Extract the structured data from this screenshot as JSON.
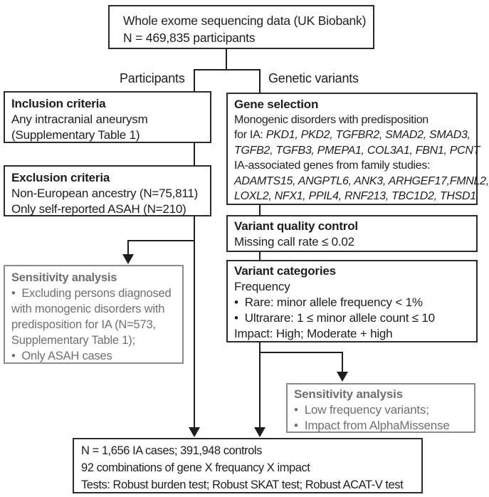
{
  "figure": {
    "type": "flowchart",
    "colors": {
      "box_border": "#2b2b2b",
      "text": "#1e1e1e",
      "gray_border": "#8c8c8c",
      "gray_text": "#6f6f6f",
      "background": "#ffffff"
    },
    "branch_labels": {
      "left": "Participants",
      "right": "Genetic variants"
    },
    "boxes": {
      "top": {
        "lines": [
          "Whole exome sequencing data (UK Biobank)",
          "N = 469,835 participants"
        ]
      },
      "inclusion": {
        "title": "Inclusion criteria",
        "lines": [
          "Any intracranial aneurysm",
          "(Supplementary Table 1)"
        ]
      },
      "exclusion": {
        "title": "Exclusion criteria",
        "lines": [
          "Non-European ancestry (N=75,811)",
          "Only self-reported ASAH (N=210)"
        ]
      },
      "sensitivity_left": {
        "title": "Sensitivity analysis",
        "lines": [
          "•  Excluding persons diagnosed",
          "with monogenic disorders with",
          "predisposition for IA (N=573,",
          "Supplementary Table 1);",
          "•  Only ASAH cases"
        ]
      },
      "gene_selection": {
        "title": "Gene selection",
        "lines": [
          [
            {
              "t": "Monogenic disorders with predisposition"
            }
          ],
          [
            {
              "t": "for IA: "
            },
            {
              "t": "PKD1, PKD2, TGFBR2, SMAD2, SMAD3,",
              "i": true
            }
          ],
          [
            {
              "t": "TGFB2, TGFB3, PMEPA1, COL3A1, FBN1, PCNT",
              "i": true
            }
          ],
          [
            {
              "t": "IA-associated genes from family studies:"
            }
          ],
          [
            {
              "t": "ADAMTS15, ANGPTL6, ANK3, ARHGEF17,FMNL2,",
              "i": true
            }
          ],
          [
            {
              "t": "LOXL2, NFX1, PPIL4, RNF213, TBC1D2, THSD1",
              "i": true
            }
          ]
        ]
      },
      "variant_quality_control": {
        "title": "Variant quality control",
        "lines": [
          "Missing call rate ≤ 0.02"
        ]
      },
      "variant_categories": {
        "title": "Variant categories",
        "lines": [
          "Frequency",
          "•  Rare: minor allele frequency < 1%",
          "•  Ultrarare: 1 ≤ minor allele count ≤ 10",
          "Impact: High; Moderate + high"
        ]
      },
      "sensitivity_right": {
        "title": "Sensitivity analysis",
        "lines": [
          "•  Low frequency variants;",
          "•  Impact from AlphaMissense"
        ]
      },
      "bottom": {
        "lines": [
          "N = 1,656 IA cases; 391,948 controls",
          "92 combinations of gene X frequancy X impact",
          "Tests: Robust burden test; Robust SKAT test; Robust ACAT-V test"
        ]
      }
    }
  }
}
